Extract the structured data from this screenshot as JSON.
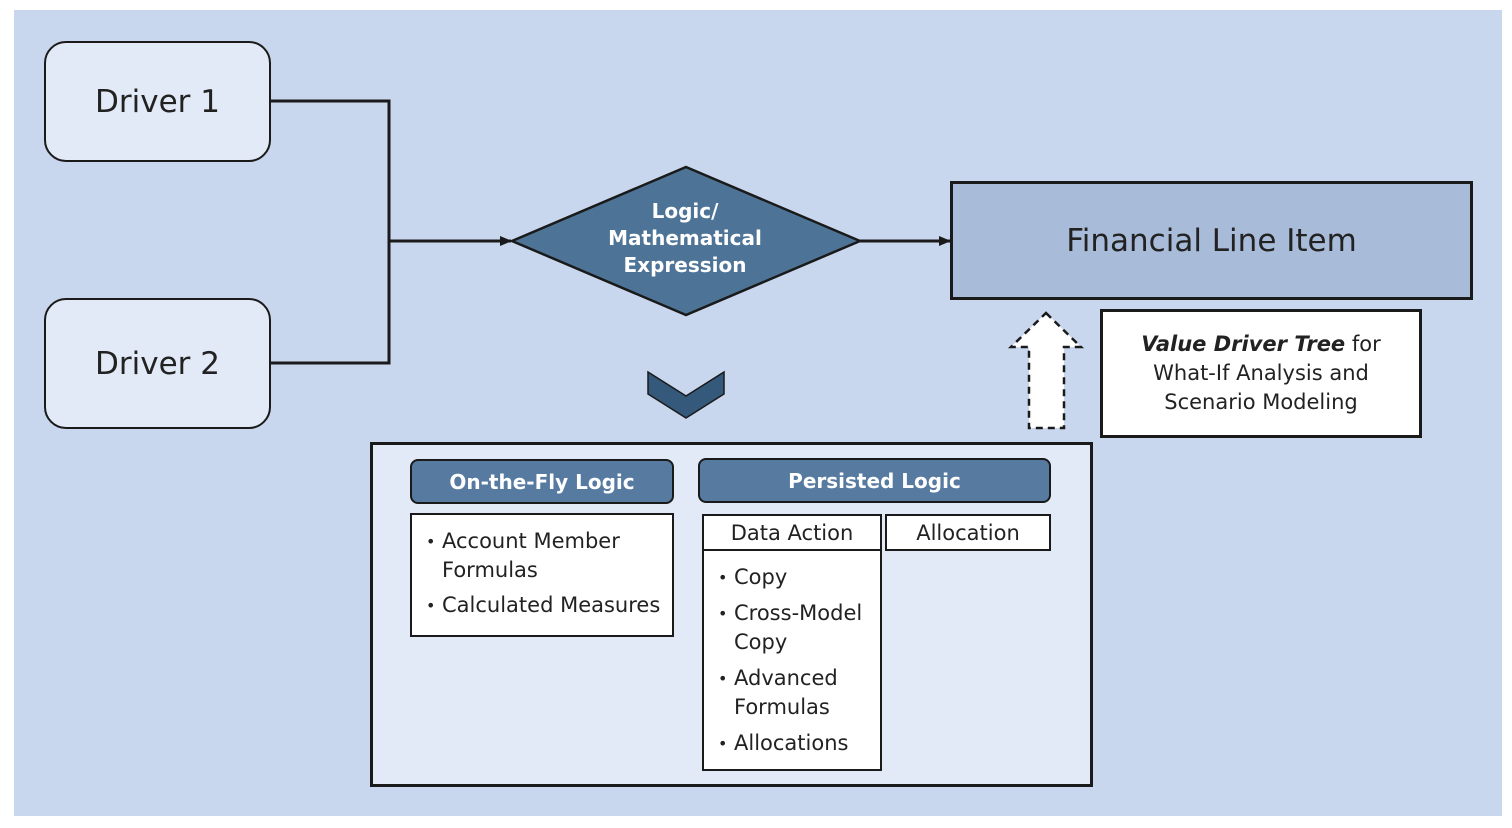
{
  "diagram": {
    "drivers": [
      {
        "label": "Driver 1"
      },
      {
        "label": "Driver 2"
      }
    ],
    "expression": {
      "lines": [
        "Logic/",
        "Mathematical",
        "Expression"
      ]
    },
    "target": {
      "label": "Financial Line Item"
    },
    "vdt_note": {
      "emphasis": "Value Driver Tree",
      "rest_line1": " for",
      "line2": "What-If Analysis and",
      "line3": "Scenario Modeling"
    },
    "on_the_fly": {
      "header": "On-the-Fly Logic",
      "items": [
        {
          "text": "Account Member Formulas"
        },
        {
          "text": "Calculated Measures"
        }
      ]
    },
    "persisted": {
      "header": "Persisted Logic",
      "tabs": [
        {
          "label": "Data Action"
        },
        {
          "label": "Allocation"
        }
      ],
      "items": [
        {
          "text": "Copy"
        },
        {
          "text": "Cross-Model Copy"
        },
        {
          "text": "Advanced Formulas"
        },
        {
          "text": "Allocations"
        }
      ]
    },
    "colors": {
      "background": "#c9d7ee",
      "light_fill": "#e1eaf6",
      "diamond": "#4d7496",
      "header": "#577ba0",
      "target_fill": "#a8bbd9",
      "chevron": "#34597b"
    }
  }
}
